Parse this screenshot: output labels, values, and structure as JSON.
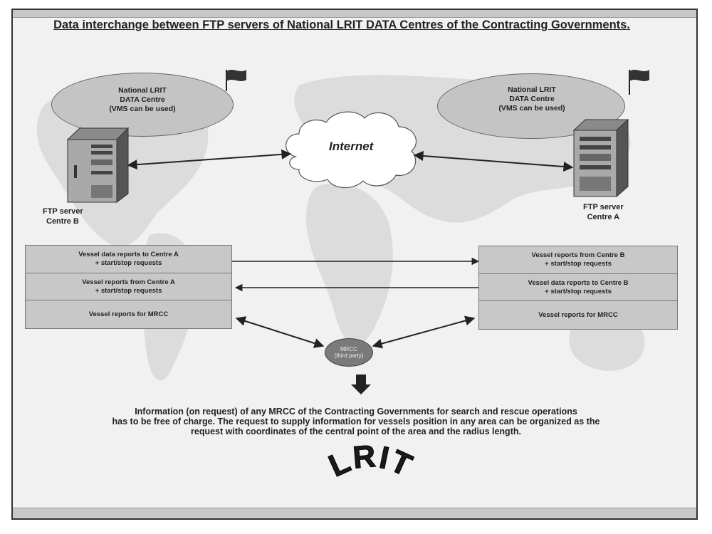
{
  "title": "Data interchange between FTP servers of National LRIT DATA Centres of the Contracting Governments.",
  "left_centre": {
    "ellipse_text": [
      "National LRIT",
      "DATA Centre",
      "(VMS can be used)"
    ],
    "server_label": [
      "FTP server",
      "Centre B"
    ]
  },
  "right_centre": {
    "ellipse_text": [
      "National LRIT",
      "DATA Centre",
      "(VMS can be used)"
    ],
    "server_label": [
      "FTP server",
      "Centre A"
    ]
  },
  "internet_label": "Internet",
  "left_table": {
    "rows": [
      [
        "Vessel data reports to Centre A",
        "+ start/stop requests"
      ],
      [
        "Vessel reports from Centre A",
        "+ start/stop requests"
      ],
      [
        "Vessel reports for MRCC"
      ]
    ]
  },
  "right_table": {
    "rows": [
      [
        "Vessel reports from Centre B",
        "+ start/stop requests"
      ],
      [
        "Vessel data reports to Centre B",
        "+ start/stop requests"
      ],
      [
        "Vessel reports for MRCC"
      ]
    ]
  },
  "mrcc": [
    "MRCC",
    "(third party)"
  ],
  "info_text": [
    "Information (on request) of any MRCC of the Contracting Governments for search and rescue operations",
    "has to be free of charge.  The request to supply information for vessels position in any area can be organized as the",
    "request with coordinates of the central point of the area and the radius length."
  ],
  "logo_text": "LRIT",
  "colors": {
    "ellipse": "#c4c4c4",
    "table": "#c8c8c8",
    "mrcc": "#7a7a7a",
    "line": "#222222"
  }
}
